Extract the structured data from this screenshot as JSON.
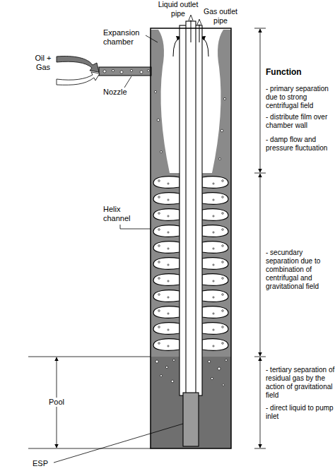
{
  "diagram": {
    "labels": [
      "Liquid outlet pipe",
      "Gas outlet pipe",
      "Expansion chamber",
      "Oil + Gas",
      "Nozzle",
      "Helix channel",
      "Pool",
      "ESP",
      "Function",
      "- primary separation due to strong centrifugal field",
      "- distribute film over chamber wall",
      "- damp flow and pressure fluctuation",
      "- secundary separation due to combination of centrifugal and gravitational field",
      "- tertiary separation of residual gas by the action of gravitational field",
      "- direct liquid to pump inlet"
    ]
  }
}
